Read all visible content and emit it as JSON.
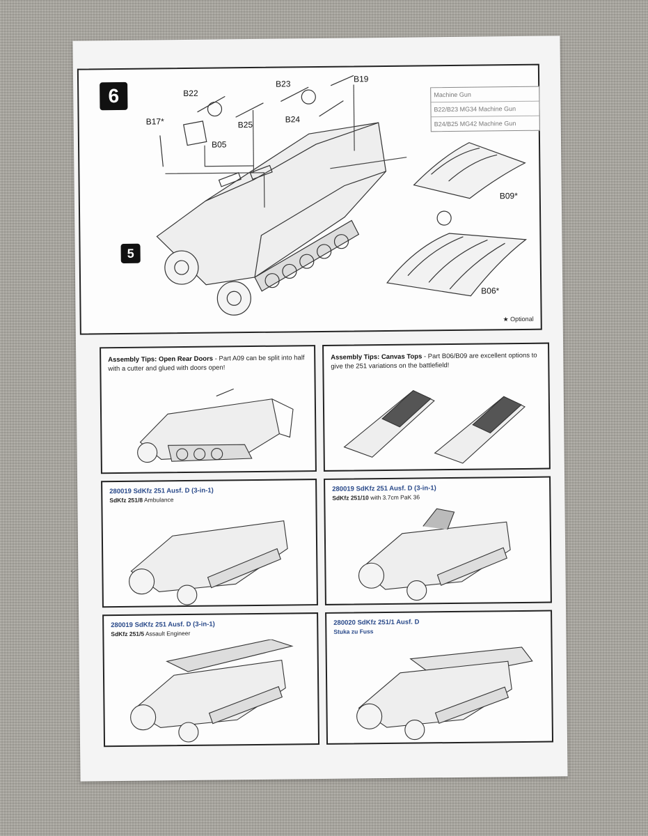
{
  "step6": {
    "number": "6",
    "sub_step": "5",
    "parts": {
      "b22": "B22",
      "b23": "B23",
      "b19": "B19",
      "b17": "B17*",
      "b25": "B25",
      "b24": "B24",
      "b05": "B05",
      "b09": "B09*",
      "b06": "B06*"
    },
    "legend": [
      "Machine Gun",
      "B22/B23 MG34 Machine Gun",
      "B24/B25 MG42 Machine Gun"
    ],
    "optional_note": "★ Optional"
  },
  "tips": [
    {
      "prefix": "Assembly Tips: Open Rear Doors",
      "rest": " - Part A09 can be split into half with a cutter and glued with doors open!"
    },
    {
      "prefix": "Assembly Tips: Canvas Tops",
      "rest": " - Part B06/B09 are excellent options to give the 251 variations on the battlefield!"
    }
  ],
  "variants": [
    {
      "title": "280019 SdKfz 251 Ausf. D (3-in-1)",
      "subtitle_bold": "SdKfz 251/8",
      "subtitle": " Ambulance"
    },
    {
      "title": "280019 SdKfz 251 Ausf. D (3-in-1)",
      "subtitle_bold": "SdKfz 251/10",
      "subtitle": " with 3.7cm PaK 36"
    },
    {
      "title": "280019 SdKfz 251 Ausf. D (3-in-1)",
      "subtitle_bold": "SdKfz 251/5",
      "subtitle": " Assault Engineer"
    },
    {
      "title": "280020 SdKfz 251/1 Ausf. D",
      "subtitle_bold": "Stuka zu Fuss",
      "subtitle": ""
    }
  ]
}
